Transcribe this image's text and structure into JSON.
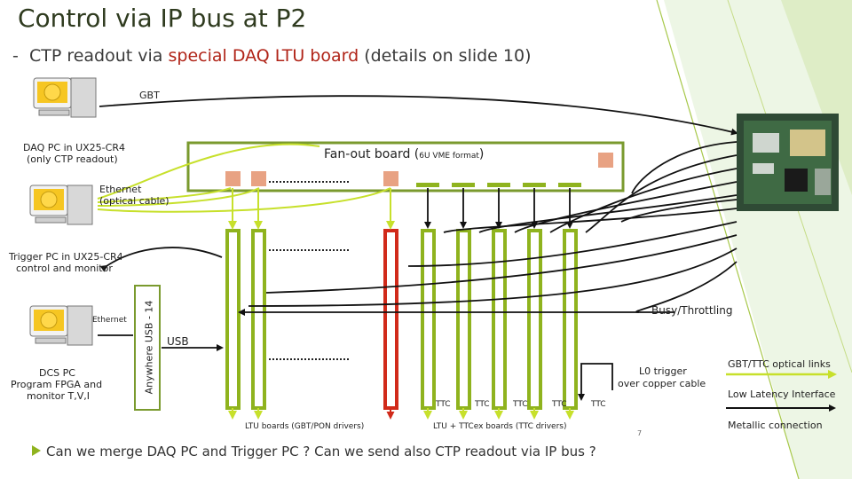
{
  "title": "Control via IP bus at P2",
  "subtitle": {
    "dash": "-",
    "pre": "CTP readout via ",
    "highlight": "special DAQ LTU board",
    "post": " (details on slide 10)"
  },
  "labels": {
    "gbt": "GBT",
    "daq_pc_line1": "DAQ PC in UX25-CR4",
    "daq_pc_line2": "(only CTP readout)",
    "fanout": "Fan-out board (",
    "fanout_small": "6U VME format",
    "fanout_close": ")",
    "ethernet_line1": "Ethernet",
    "ethernet_line2": "(optical cable)",
    "trigger_pc_line1": "Trigger PC in UX25-CR4",
    "trigger_pc_line2": "control and monitor",
    "ethernet_small": "Ethernet",
    "usb_vertical": "Anywhere USB - 14",
    "usb": "USB",
    "dcs_line1": "DCS PC",
    "dcs_line2": "Program FPGA and",
    "dcs_line3": "monitor T,V,I",
    "busy": "Busy/Throttling",
    "l0_line1": "L0 trigger",
    "l0_line2": "over copper cable",
    "ttc": [
      "TTC",
      "TTC",
      "TTC",
      "TTC",
      "TTC"
    ],
    "ltu_boards": "LTU boards (GBT/PON drivers)",
    "ltu_ttcex": "LTU + TTCex boards (TTC drivers)",
    "slide_number": "7"
  },
  "legend": {
    "gbt_ttc": "GBT/TTC optical links",
    "low_latency": "Low Latency Interface",
    "metallic": "Metallic connection"
  },
  "bullet": "Can we merge DAQ PC and Trigger PC ? Can we send also CTP readout via IP bus ?",
  "colors": {
    "accent_green": "#c7e02b",
    "stripe_green": "#8fb31e",
    "board_green": "#7a9a2e",
    "red": "#d12a1a",
    "salmon": "#e8a283",
    "title": "#2f3b1f"
  },
  "icons": [
    "computer-icon",
    "computer-icon",
    "computer-icon",
    "computer-icon",
    "board-photo",
    "usb-hub-icon",
    "arrow-bullet-icon"
  ]
}
